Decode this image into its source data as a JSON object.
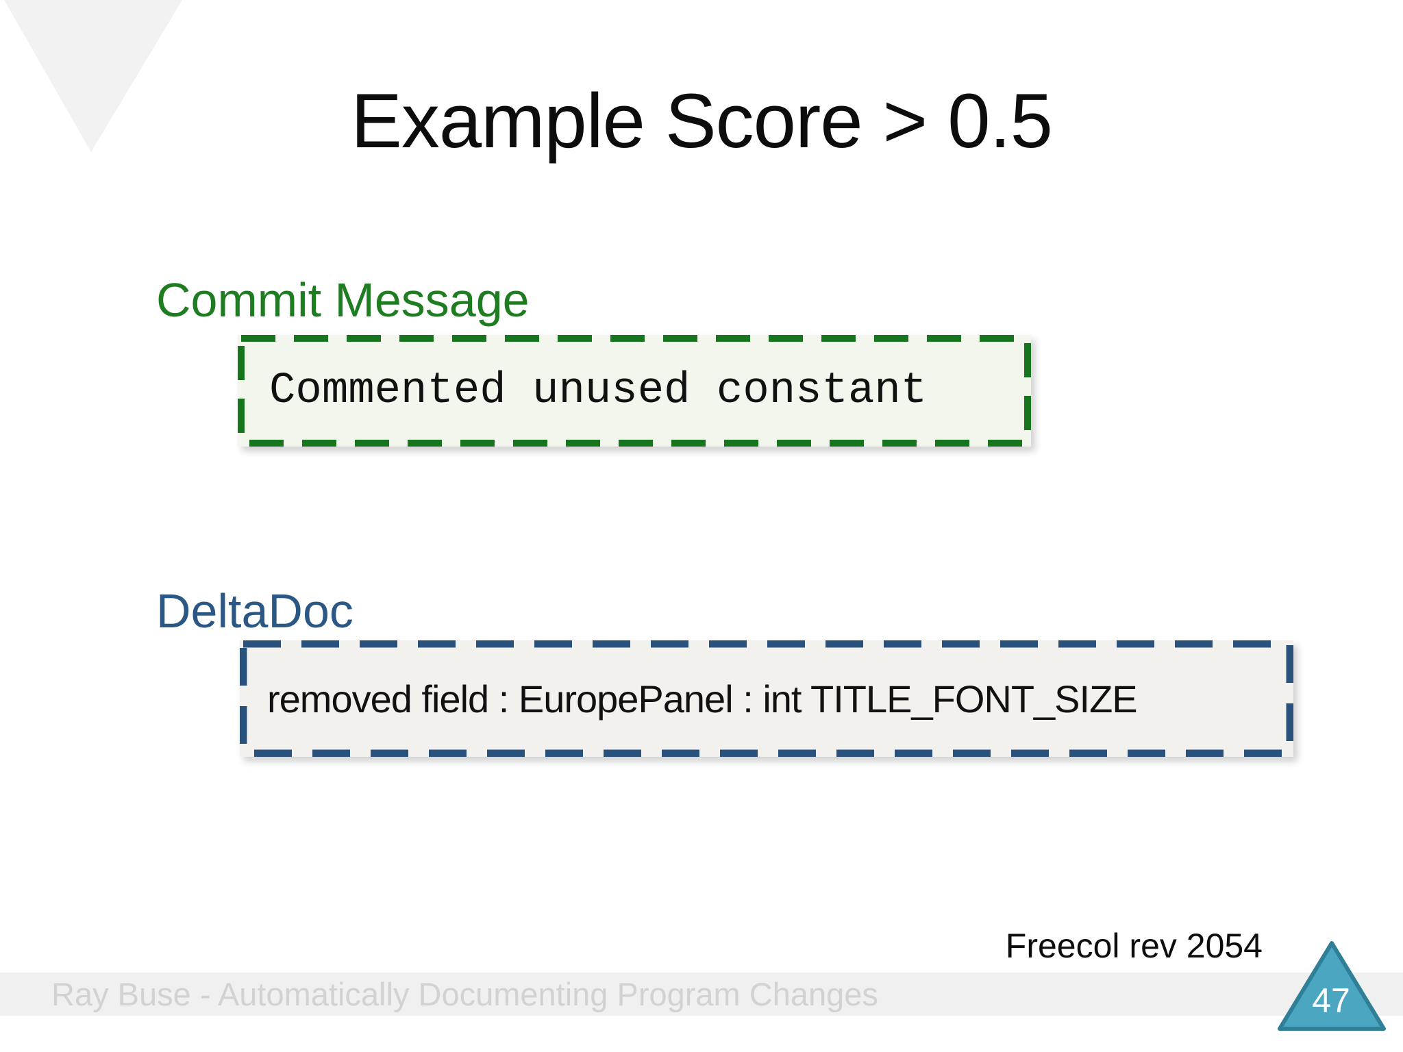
{
  "title": "Example Score > 0.5",
  "commit": {
    "label": "Commit Message",
    "value": "Commented unused constant"
  },
  "deltadoc": {
    "label": "DeltaDoc",
    "value": "removed field : EuropePanel : int TITLE_FONT_SIZE"
  },
  "attribution": "Freecol rev 2054",
  "footer": "Ray Buse - Automatically Documenting Program Changes",
  "page_number": "47",
  "colors": {
    "commit_label": "#1e7d20",
    "commit_border": "#17761d",
    "commit_box_bg": "#f3f6ec",
    "deltadoc_label": "#2b5784",
    "deltadoc_border": "#29517d",
    "deltadoc_box_bg": "#f3f1ee",
    "page_triangle_fill": "#4ba6c1",
    "page_triangle_stroke": "#2f7f97",
    "corner_triangle": "#f2f2f2"
  }
}
